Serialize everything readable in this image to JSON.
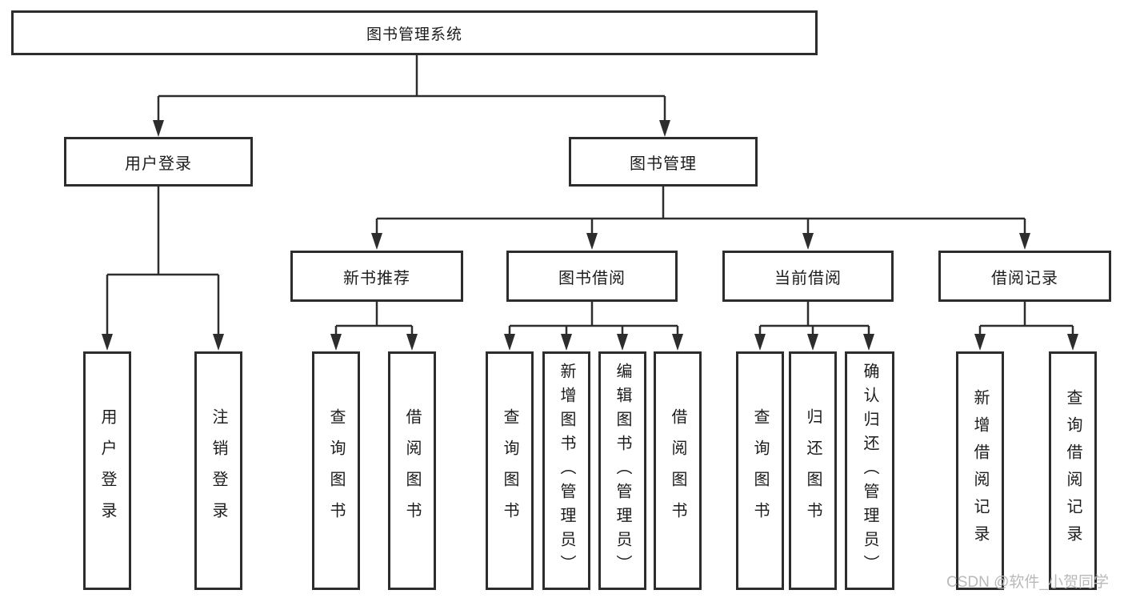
{
  "diagram": {
    "title": "图书管理系统",
    "level1": [
      "用户登录",
      "图书管理"
    ],
    "level2": [
      "新书推荐",
      "图书借阅",
      "当前借阅",
      "借阅记录"
    ],
    "leaves": {
      "user_login": [
        "用户登录",
        "注销登录"
      ],
      "new_book_recommend": [
        "查询图书",
        "借阅图书"
      ],
      "book_borrow": [
        "查询图书",
        "新增图书（管理员）",
        "编辑图书（管理员）",
        "借阅图书"
      ],
      "current_borrow": [
        "查询图书",
        "归还图书",
        "确认归还（管理员）"
      ],
      "borrow_records": [
        "新增借阅记录",
        "查询借阅记录"
      ]
    },
    "watermark": "CSDN @软件_小贺同学",
    "colors": {
      "line": "#2d2d2d",
      "text": "#1c1c1c",
      "watermark": "#b9b9b9",
      "background": "#ffffff"
    }
  }
}
